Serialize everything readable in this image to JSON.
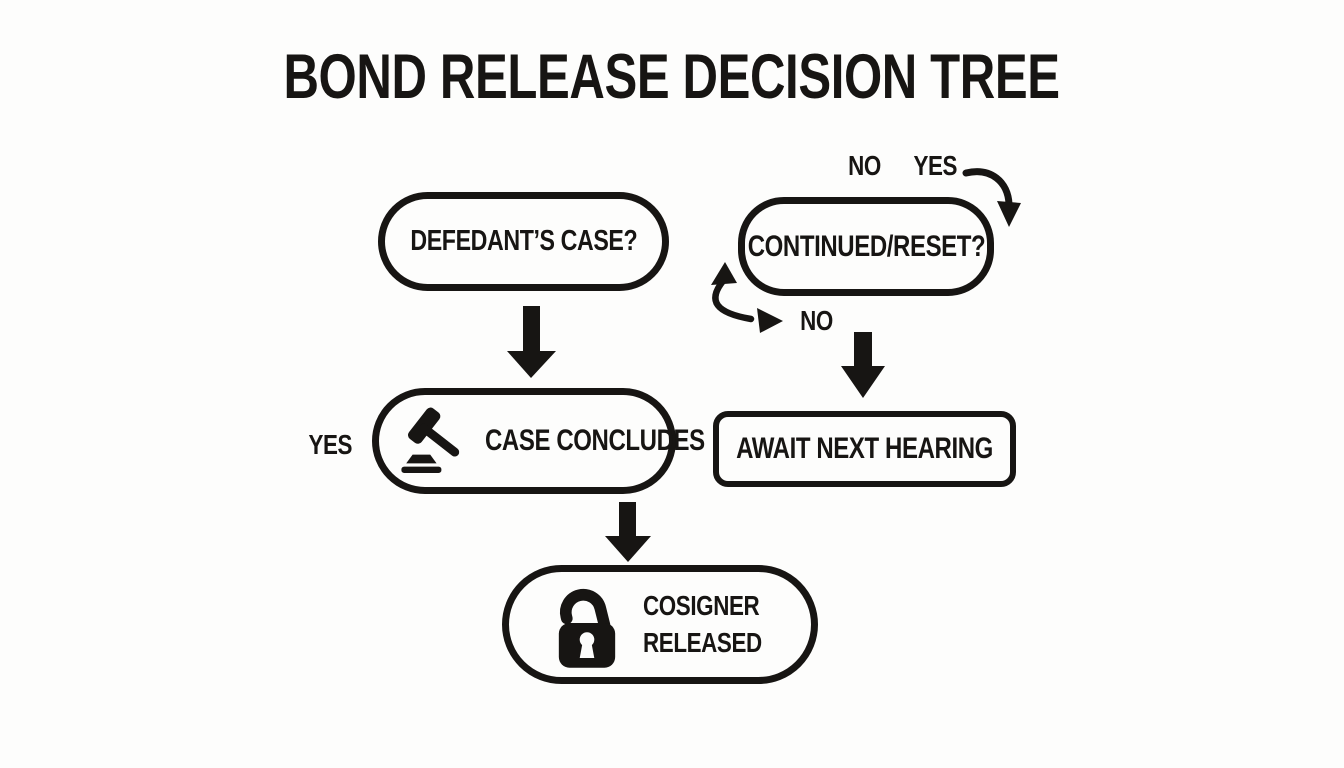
{
  "title": "BOND RELEASE DECISION TREE",
  "colors": {
    "ink": "#171513",
    "background": "#fdfdfc"
  },
  "nodes": {
    "defendant_case": {
      "label": "DEFEDANT’S CASE?"
    },
    "continued_reset": {
      "label": "CONTINUED/RESET?"
    },
    "case_concludes": {
      "label": "CASE CONCLUDES",
      "icon": "gavel-icon"
    },
    "await_next_hearing": {
      "label": "AWAIT NEXT HEARING"
    },
    "cosigner_released": {
      "line1": "COSIGNER",
      "line2": "RELEASED",
      "icon": "unlocked-padlock-icon"
    }
  },
  "edge_labels": {
    "continued_no": "NO",
    "continued_yes": "YES",
    "hearing_no": "NO",
    "concludes_yes": "YES"
  }
}
